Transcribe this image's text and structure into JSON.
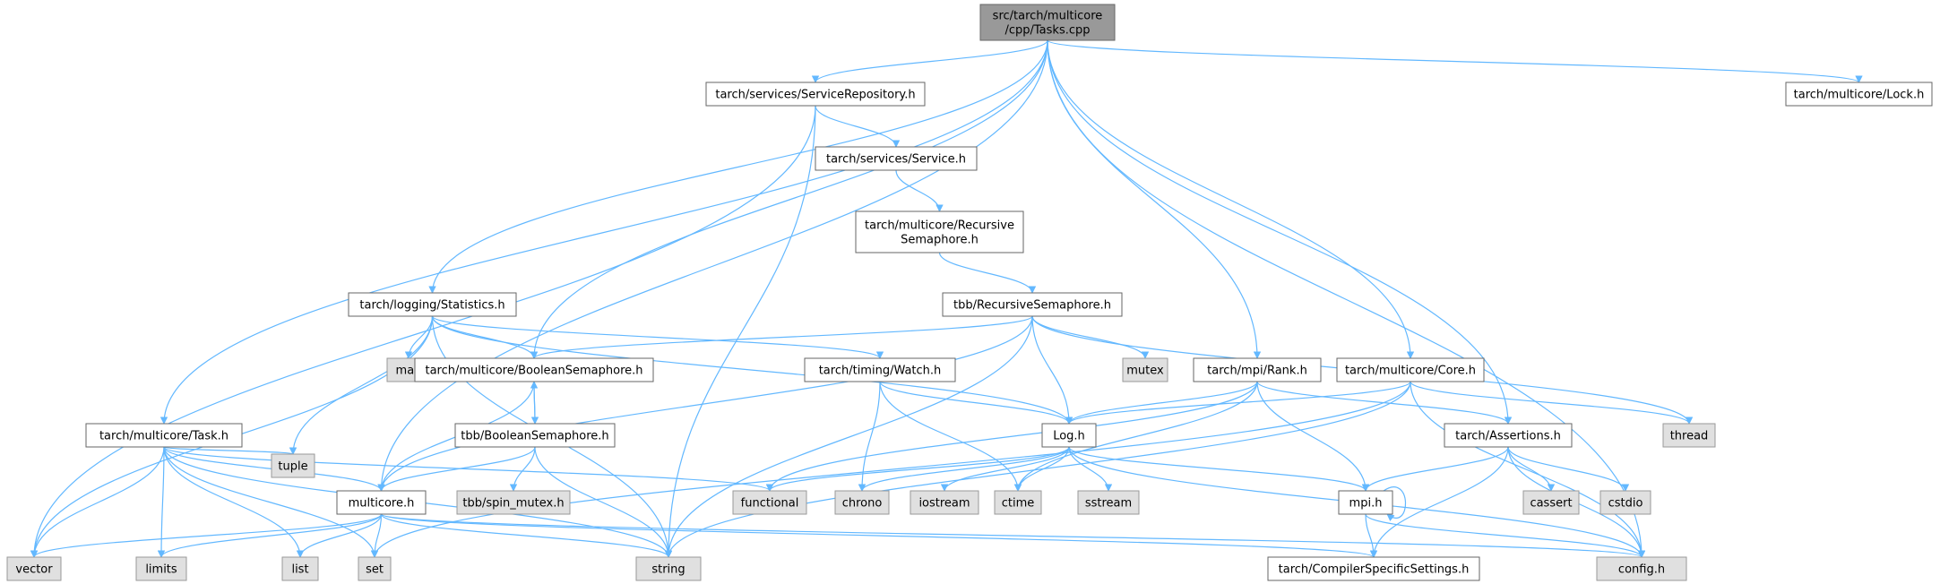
{
  "diagram": {
    "type": "include-dependency-graph",
    "colors": {
      "edge": "#63b8ff",
      "root_fill": "#999999",
      "file_fill": "#ffffff",
      "system_fill": "#e0e0e0",
      "border": "#666666"
    },
    "nodes": [
      {
        "id": "root",
        "kind": "root",
        "lines": [
          "src/tarch/multicore",
          "/cpp/Tasks.cpp"
        ]
      },
      {
        "id": "servrepo",
        "kind": "internal",
        "lines": [
          "tarch/services/ServiceRepository.h"
        ]
      },
      {
        "id": "lock",
        "kind": "internal",
        "lines": [
          "tarch/multicore/Lock.h"
        ]
      },
      {
        "id": "service",
        "kind": "internal",
        "lines": [
          "tarch/services/Service.h"
        ]
      },
      {
        "id": "recsemh",
        "kind": "internal",
        "lines": [
          "tarch/multicore/Recursive",
          "Semaphore.h"
        ]
      },
      {
        "id": "tbbrec",
        "kind": "internal",
        "lines": [
          "tbb/RecursiveSemaphore.h"
        ]
      },
      {
        "id": "stats",
        "kind": "internal",
        "lines": [
          "tarch/logging/Statistics.h"
        ]
      },
      {
        "id": "map",
        "kind": "system",
        "lines": [
          "map"
        ]
      },
      {
        "id": "boolsem",
        "kind": "internal",
        "lines": [
          "tarch/multicore/BooleanSemaphore.h"
        ]
      },
      {
        "id": "watch",
        "kind": "internal",
        "lines": [
          "tarch/timing/Watch.h"
        ]
      },
      {
        "id": "mutex",
        "kind": "system",
        "lines": [
          "mutex"
        ]
      },
      {
        "id": "rank",
        "kind": "internal",
        "lines": [
          "tarch/mpi/Rank.h"
        ]
      },
      {
        "id": "core",
        "kind": "internal",
        "lines": [
          "tarch/multicore/Core.h"
        ]
      },
      {
        "id": "thread",
        "kind": "system",
        "lines": [
          "thread"
        ]
      },
      {
        "id": "taskh",
        "kind": "internal",
        "lines": [
          "tarch/multicore/Task.h"
        ]
      },
      {
        "id": "tbbbool",
        "kind": "internal",
        "lines": [
          "tbb/BooleanSemaphore.h"
        ]
      },
      {
        "id": "log",
        "kind": "internal",
        "lines": [
          "Log.h"
        ]
      },
      {
        "id": "assert",
        "kind": "internal",
        "lines": [
          "tarch/Assertions.h"
        ]
      },
      {
        "id": "tuple",
        "kind": "system",
        "lines": [
          "tuple"
        ]
      },
      {
        "id": "multicore",
        "kind": "internal",
        "lines": [
          "multicore.h"
        ]
      },
      {
        "id": "spinmutex",
        "kind": "system",
        "lines": [
          "tbb/spin_mutex.h"
        ]
      },
      {
        "id": "functional",
        "kind": "system",
        "lines": [
          "functional"
        ]
      },
      {
        "id": "chrono",
        "kind": "system",
        "lines": [
          "chrono"
        ]
      },
      {
        "id": "iostream",
        "kind": "system",
        "lines": [
          "iostream"
        ]
      },
      {
        "id": "ctime",
        "kind": "system",
        "lines": [
          "ctime"
        ]
      },
      {
        "id": "sstream",
        "kind": "system",
        "lines": [
          "sstream"
        ]
      },
      {
        "id": "mpi",
        "kind": "internal",
        "lines": [
          "mpi.h"
        ]
      },
      {
        "id": "cassert",
        "kind": "system",
        "lines": [
          "cassert"
        ]
      },
      {
        "id": "cstdio",
        "kind": "system",
        "lines": [
          "cstdio"
        ]
      },
      {
        "id": "vector",
        "kind": "system",
        "lines": [
          "vector"
        ]
      },
      {
        "id": "limits",
        "kind": "system",
        "lines": [
          "limits"
        ]
      },
      {
        "id": "list",
        "kind": "system",
        "lines": [
          "list"
        ]
      },
      {
        "id": "set",
        "kind": "system",
        "lines": [
          "set"
        ]
      },
      {
        "id": "string",
        "kind": "system",
        "lines": [
          "string"
        ]
      },
      {
        "id": "compiler",
        "kind": "internal",
        "lines": [
          "tarch/CompilerSpecificSettings.h"
        ]
      },
      {
        "id": "config",
        "kind": "system",
        "lines": [
          "config.h"
        ]
      }
    ],
    "edges": [
      [
        "root",
        "servrepo"
      ],
      [
        "root",
        "lock"
      ],
      [
        "root",
        "stats"
      ],
      [
        "root",
        "boolsem"
      ],
      [
        "root",
        "rank"
      ],
      [
        "root",
        "core"
      ],
      [
        "root",
        "taskh"
      ],
      [
        "root",
        "assert"
      ],
      [
        "root",
        "multicore"
      ],
      [
        "root",
        "config"
      ],
      [
        "servrepo",
        "service"
      ],
      [
        "servrepo",
        "vector"
      ],
      [
        "servrepo",
        "string"
      ],
      [
        "service",
        "recsemh"
      ],
      [
        "recsemh",
        "tbbrec"
      ],
      [
        "tbbrec",
        "boolsem"
      ],
      [
        "tbbrec",
        "mutex"
      ],
      [
        "tbbrec",
        "thread"
      ],
      [
        "tbbrec",
        "log"
      ],
      [
        "tbbrec",
        "multicore"
      ],
      [
        "tbbrec",
        "string"
      ],
      [
        "stats",
        "map"
      ],
      [
        "stats",
        "boolsem"
      ],
      [
        "stats",
        "watch"
      ],
      [
        "stats",
        "log"
      ],
      [
        "stats",
        "tuple"
      ],
      [
        "stats",
        "vector"
      ],
      [
        "stats",
        "string"
      ],
      [
        "boolsem",
        "tbbbool"
      ],
      [
        "boolsem",
        "multicore"
      ],
      [
        "tbbbool",
        "boolsem"
      ],
      [
        "tbbbool",
        "multicore"
      ],
      [
        "tbbbool",
        "spinmutex"
      ],
      [
        "tbbbool",
        "string"
      ],
      [
        "watch",
        "log"
      ],
      [
        "watch",
        "chrono"
      ],
      [
        "watch",
        "ctime"
      ],
      [
        "rank",
        "log"
      ],
      [
        "rank",
        "functional"
      ],
      [
        "rank",
        "ctime"
      ],
      [
        "rank",
        "mpi"
      ],
      [
        "rank",
        "assert"
      ],
      [
        "core",
        "log"
      ],
      [
        "core",
        "thread"
      ],
      [
        "core",
        "config"
      ],
      [
        "core",
        "set"
      ],
      [
        "core",
        "string"
      ],
      [
        "log",
        "functional"
      ],
      [
        "log",
        "chrono"
      ],
      [
        "log",
        "iostream"
      ],
      [
        "log",
        "ctime"
      ],
      [
        "log",
        "sstream"
      ],
      [
        "log",
        "mpi"
      ],
      [
        "log",
        "config"
      ],
      [
        "assert",
        "mpi"
      ],
      [
        "assert",
        "cassert"
      ],
      [
        "assert",
        "cstdio"
      ],
      [
        "assert",
        "compiler"
      ],
      [
        "assert",
        "config"
      ],
      [
        "mpi",
        "mpi"
      ],
      [
        "mpi",
        "compiler"
      ],
      [
        "mpi",
        "config"
      ],
      [
        "taskh",
        "multicore"
      ],
      [
        "taskh",
        "tuple"
      ],
      [
        "taskh",
        "functional"
      ],
      [
        "taskh",
        "vector"
      ],
      [
        "taskh",
        "limits"
      ],
      [
        "taskh",
        "list"
      ],
      [
        "taskh",
        "set"
      ],
      [
        "taskh",
        "string"
      ],
      [
        "multicore",
        "vector"
      ],
      [
        "multicore",
        "limits"
      ],
      [
        "multicore",
        "list"
      ],
      [
        "multicore",
        "set"
      ],
      [
        "multicore",
        "string"
      ],
      [
        "multicore",
        "config"
      ],
      [
        "multicore",
        "compiler"
      ]
    ]
  }
}
